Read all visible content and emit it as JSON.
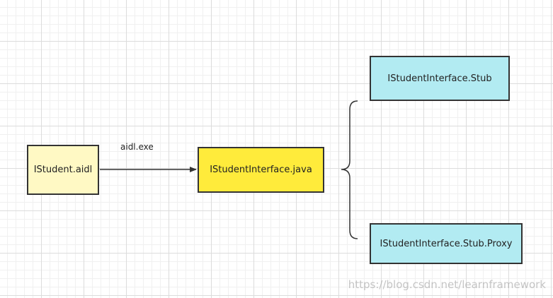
{
  "colors": {
    "source_fill": "#fff9c4",
    "interface_fill": "#ffeb3b",
    "generated_fill": "#b2ebf2",
    "stroke": "#333333"
  },
  "nodes": {
    "source": {
      "label": "IStudent.aidl"
    },
    "interface": {
      "label": "IStudentInterface.java"
    },
    "stub": {
      "label": "IStudentInterface.Stub"
    },
    "proxy": {
      "label": "IStudentInterface.Stub.Proxy"
    }
  },
  "edges": {
    "compile": {
      "label": "aidl.exe"
    }
  },
  "watermark": "https://blog.csdn.net/learnframework"
}
